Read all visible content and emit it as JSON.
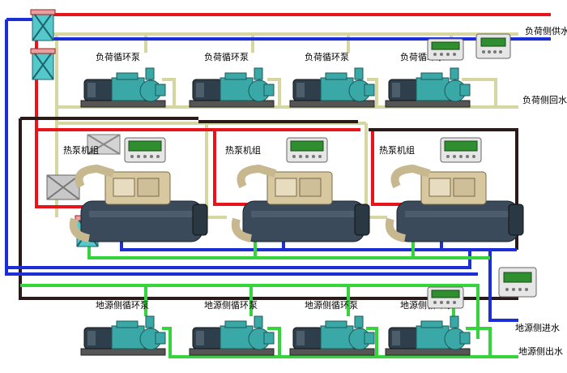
{
  "labels": {
    "load_supply": "负荷侧供水",
    "load_return": "负荷侧回水",
    "ground_in": "地源侧进水",
    "ground_out": "地源侧出水"
  },
  "load_pumps": [
    {
      "label": "负荷循环泵"
    },
    {
      "label": "负荷循环泵"
    },
    {
      "label": "负荷循环泵"
    },
    {
      "label": "负荷循环泵"
    }
  ],
  "heat_pumps": [
    {
      "label": "热泵机组"
    },
    {
      "label": "热泵机组"
    },
    {
      "label": "热泵机组"
    }
  ],
  "ground_pumps": [
    {
      "label": "地源侧循环泵"
    },
    {
      "label": "地源侧循环泵"
    },
    {
      "label": "地源侧循环泵"
    },
    {
      "label": "地源侧循环泵"
    }
  ],
  "colors": {
    "hot_supply": "#e8141c",
    "cold_return": "#1c2fd6",
    "load_return_line": "#d8d8a4",
    "ground_line": "#36d43c",
    "frame": "#2a1a1a",
    "pump_body": "#3aa8a6",
    "unit_dark": "#3a4a5a",
    "unit_tan": "#d8c8a0",
    "controller": "#2f8f2f"
  }
}
